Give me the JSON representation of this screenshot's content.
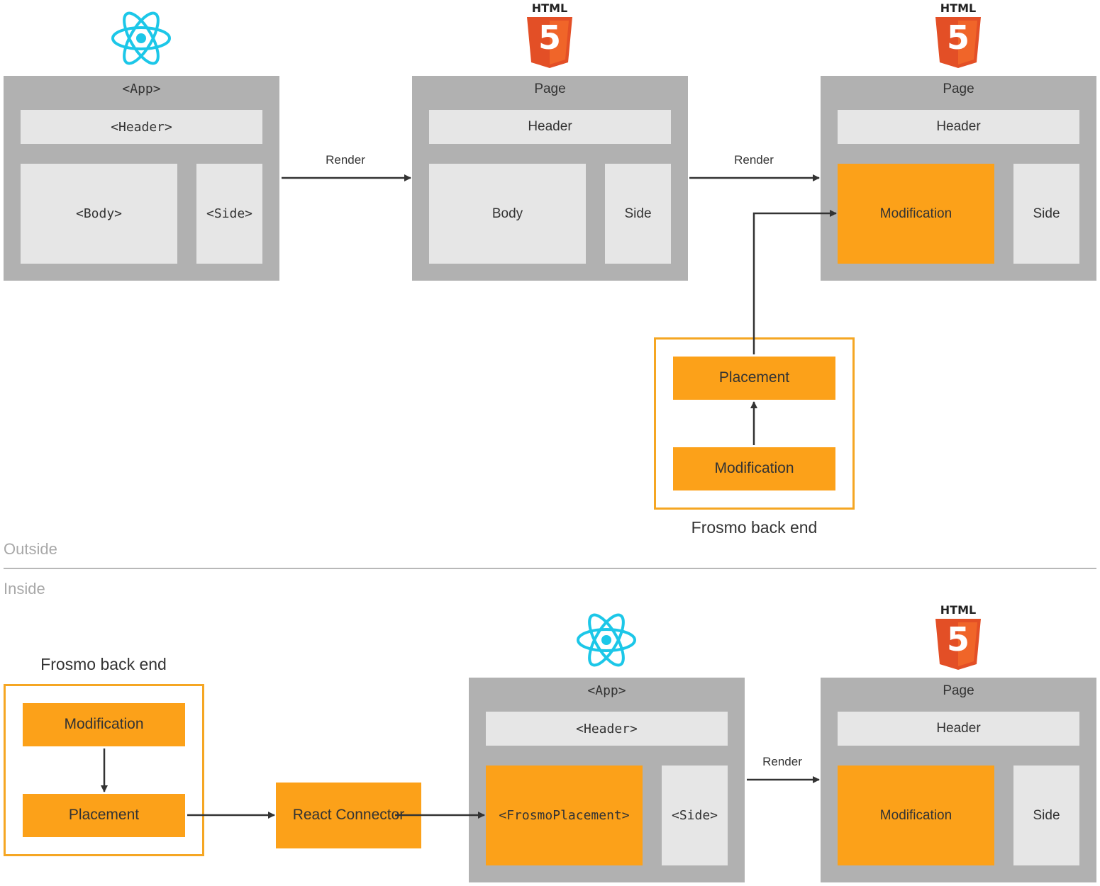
{
  "sections": {
    "outside": "Outside",
    "inside": "Inside"
  },
  "edges": {
    "render": "Render"
  },
  "top": {
    "react_app": {
      "title": "<App>",
      "header": "<Header>",
      "body": "<Body>",
      "side": "<Side>"
    },
    "html_page_1": {
      "badge": "HTML",
      "logo_digit": "5",
      "title": "Page",
      "header": "Header",
      "body": "Body",
      "side": "Side"
    },
    "html_page_2": {
      "badge": "HTML",
      "logo_digit": "5",
      "title": "Page",
      "header": "Header",
      "modification": "Modification",
      "side": "Side"
    },
    "backend": {
      "caption": "Frosmo back end",
      "placement": "Placement",
      "modification": "Modification"
    }
  },
  "bottom": {
    "backend": {
      "caption": "Frosmo back end",
      "modification": "Modification",
      "placement": "Placement"
    },
    "connector": {
      "label": "React Connector"
    },
    "react_app": {
      "title": "<App>",
      "header": "<Header>",
      "placement": "<FrosmoPlacement>",
      "side": "<Side>"
    },
    "html_page": {
      "badge": "HTML",
      "logo_digit": "5",
      "title": "Page",
      "header": "Header",
      "modification": "Modification",
      "side": "Side"
    }
  },
  "colors": {
    "react": "#1cc7e8",
    "html5": "#e34f26",
    "orange": "#fca119",
    "container": "#b1b1b1",
    "panel": "#e6e6e6"
  }
}
